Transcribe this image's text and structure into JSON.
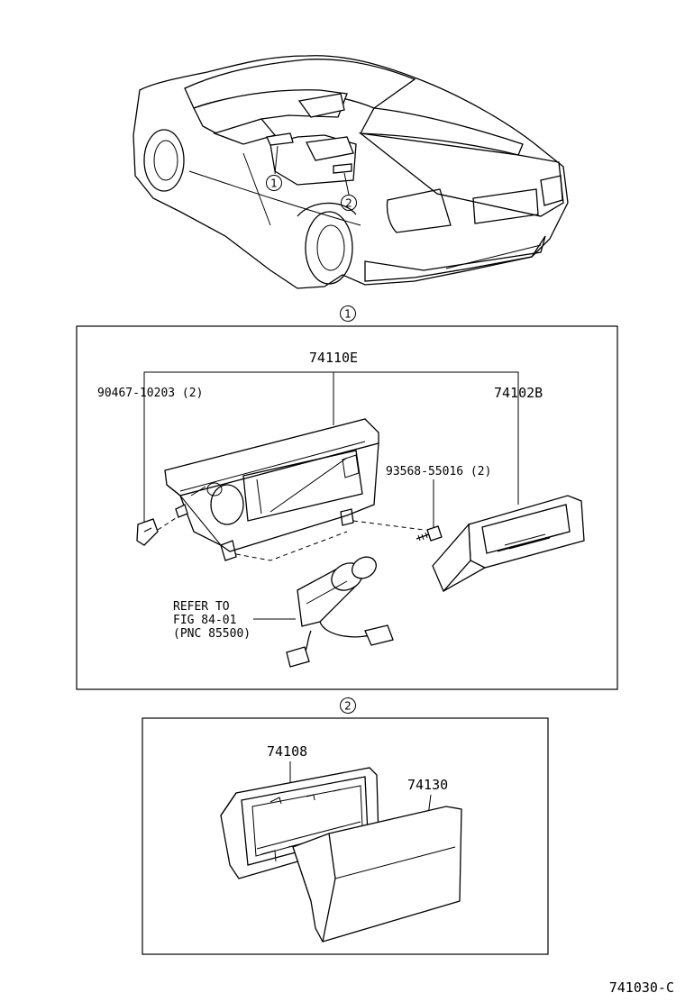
{
  "callouts": {
    "c1": "1",
    "c2": "2"
  },
  "section1": {
    "badge": "1",
    "labels": {
      "p74110E": "74110E",
      "p90467": "90467-10203 (2)",
      "p74102B": "74102B",
      "p93568": "93568-55016 (2)",
      "refer_line1": "REFER TO",
      "refer_line2": "FIG 84-01",
      "refer_line3": "(PNC 85500)"
    }
  },
  "section2": {
    "badge": "2",
    "labels": {
      "p74108": "74108",
      "p74130": "74130"
    }
  },
  "figure_code": "741030-C"
}
